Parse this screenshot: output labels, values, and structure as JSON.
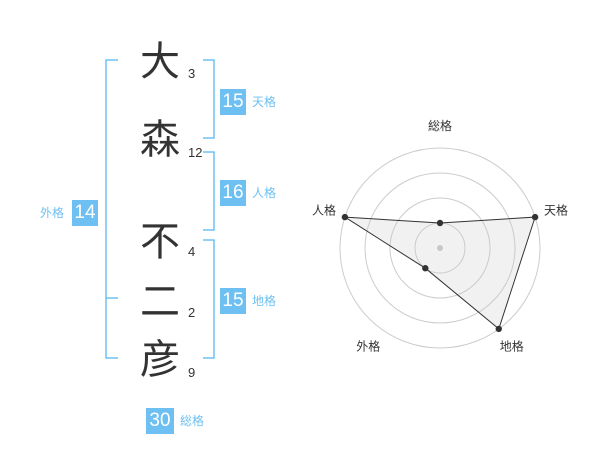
{
  "name": {
    "characters": [
      {
        "char": "大",
        "strokes": "3"
      },
      {
        "char": "森",
        "strokes": "12"
      },
      {
        "char": "不",
        "strokes": "4"
      },
      {
        "char": "二",
        "strokes": "2"
      },
      {
        "char": "彦",
        "strokes": "9"
      }
    ]
  },
  "fortune": {
    "tenkaku": {
      "value": "15",
      "label": "天格"
    },
    "jinkaku": {
      "value": "16",
      "label": "人格"
    },
    "chikaku": {
      "value": "15",
      "label": "地格"
    },
    "gaikaku": {
      "value": "14",
      "label": "外格"
    },
    "soukaku": {
      "value": "30",
      "label": "総格"
    }
  },
  "colors": {
    "accent": "#6ec0f2",
    "text": "#333333",
    "grid": "#cccccc"
  },
  "chart_data": {
    "type": "radar",
    "axes": [
      "総格",
      "天格",
      "地格",
      "外格",
      "人格"
    ],
    "values": [
      1.0,
      4.0,
      4.0,
      1.0,
      4.0
    ],
    "rmax": 4,
    "rings": 4
  }
}
